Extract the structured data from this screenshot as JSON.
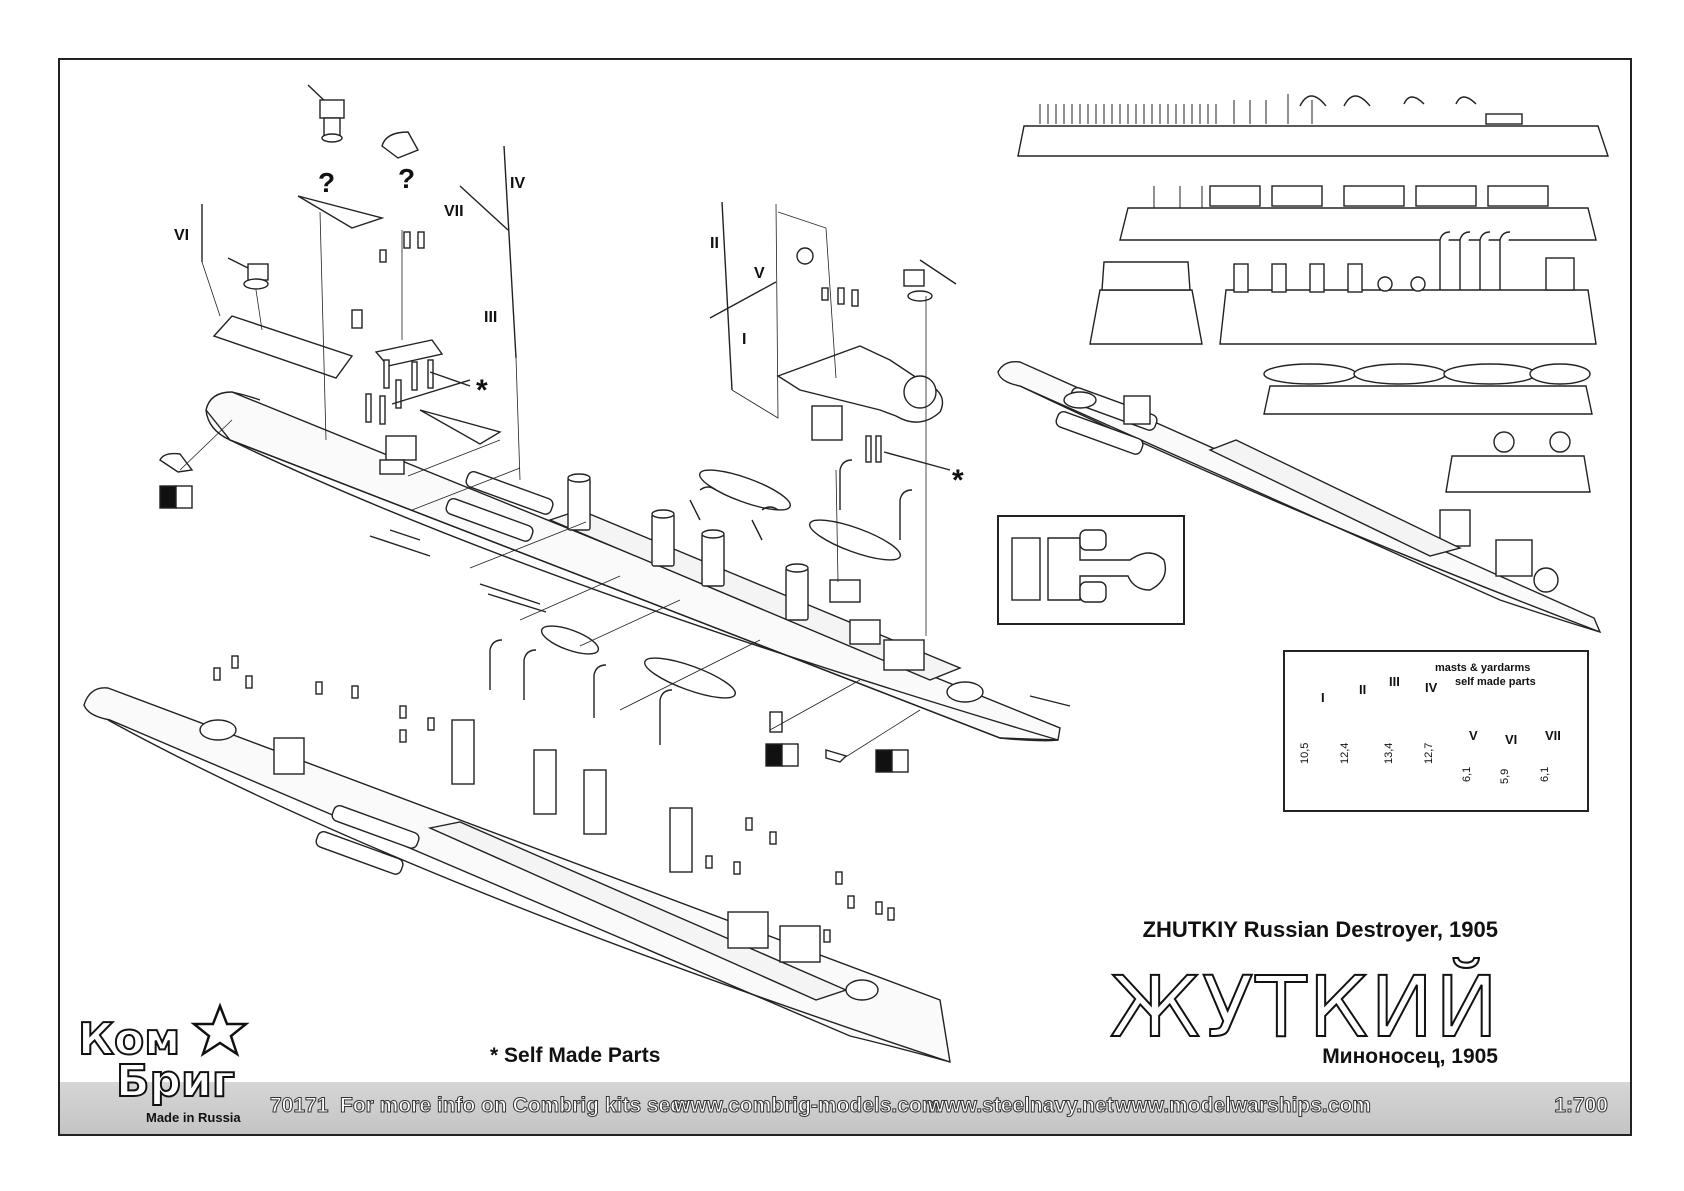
{
  "kit": {
    "title_en": "ZHUTKIY Russian Destroyer, 1905",
    "title_ru": "ЖУТКИЙ",
    "subtitle_ru": "Миноносец, 1905",
    "self_made_note": "* Self Made Parts",
    "kit_number": "70171",
    "info_text": "For more info on Combrig kits see:",
    "site1": "www.combrig-models.com",
    "site2": "www.steelnavy.net",
    "site3": "www.modelwarships.com",
    "scale": "1:700"
  },
  "logo": {
    "top": "Ком",
    "bottom": "Бриг",
    "made_in": "Made in Russia"
  },
  "labels": {
    "q1": "?",
    "q2": "?",
    "vi": "VI",
    "vii": "VII",
    "iv": "IV",
    "iii": "III",
    "ii": "II",
    "v": "V",
    "i": "I",
    "asterisk1": "*",
    "asterisk2": "*"
  },
  "legend": {
    "title_line1": "masts & yardarms",
    "title_line2": "self made parts",
    "items": [
      {
        "roman": "I",
        "length": "10,5"
      },
      {
        "roman": "II",
        "length": "12,4"
      },
      {
        "roman": "III",
        "length": "13,4"
      },
      {
        "roman": "IV",
        "length": "12,7"
      },
      {
        "roman": "V",
        "length": "6,1"
      },
      {
        "roman": "VI",
        "length": "5,9"
      },
      {
        "roman": "VII",
        "length": "6,1"
      }
    ]
  }
}
